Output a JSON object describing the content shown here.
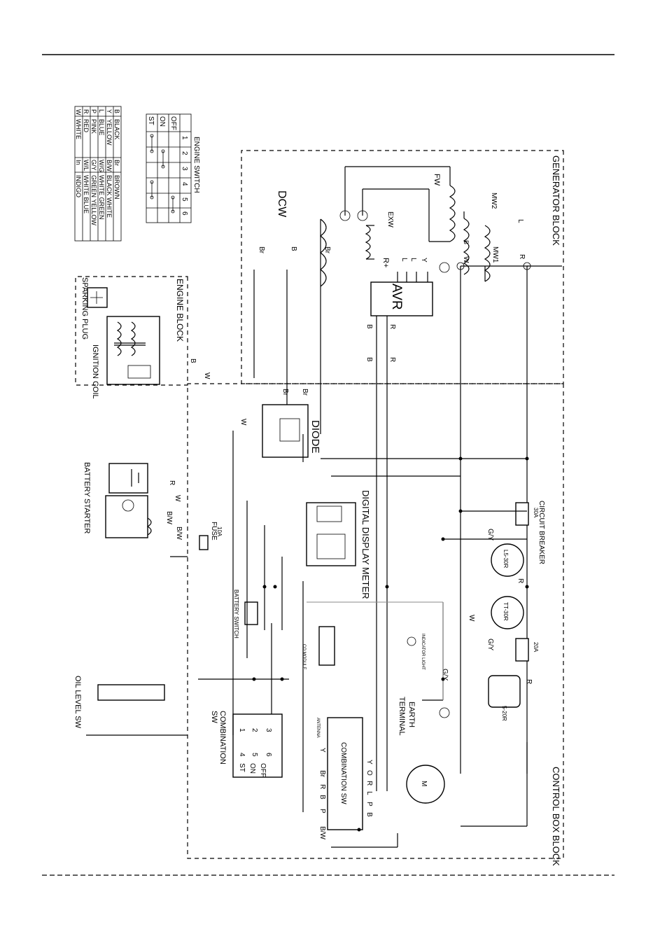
{
  "blocks": {
    "generator": "GENERATOR BLOCK",
    "engine": "ENGINE BLOCK",
    "control_box": "CONTROL BOX BLOCK"
  },
  "components": {
    "avr": "AVR",
    "avr_plus": "R+",
    "dcw": "DCW",
    "fw": "FW",
    "exw": "EXW",
    "mw1": "MW1",
    "mw2": "MW2",
    "diode": "DIODE",
    "digital_meter": "DIGITAL DISPLAY METER",
    "sparking_plug": "SPARKING PLUG",
    "ignition_coil": "IGNITION COIL",
    "battery": "BATTERY",
    "starter": "STARTER",
    "fuse": "FUSE",
    "fuse_rating": "10A",
    "battery_switch": "BATTERY SWITCH",
    "circuit_breaker": "CIRCUIT BREAKER",
    "cb_rating": "30A",
    "cb2_rating": "20A",
    "outlet_l5": "L5-30R",
    "outlet_tt": "TT-30R",
    "outlet_520": "5-20R",
    "indicator": "INDICATOR LIGHT",
    "oil_level": "OIL LEVEL SW",
    "combination_sw": "COMBINATION SW",
    "combination_sw_line1": "COMBINATION",
    "combination_sw_line2": "SW",
    "earth_terminal": "EARTH TERMINAL",
    "earth_line1": "EARTH",
    "earth_line2": "TERMINAL",
    "antenna": "ANTENNA",
    "co_module": "CO MODULE",
    "motor": "M"
  },
  "engine_switch": {
    "title": "ENGINE SWITCH",
    "columns": [
      "1",
      "2",
      "3",
      "4",
      "5",
      "6"
    ],
    "rows": [
      "OFF",
      "ON",
      "ST"
    ]
  },
  "combo_positions": {
    "pins": [
      "1",
      "2",
      "3",
      "4",
      "5",
      "6"
    ],
    "states": [
      "OFF",
      "ON",
      "ST"
    ]
  },
  "color_legend": [
    [
      "B",
      "BLACK",
      "Br",
      "BROWN"
    ],
    [
      "Y",
      "YELLOW",
      "B/W",
      "BLACK WHITE"
    ],
    [
      "L",
      "BLUE",
      "W/G",
      "WHITE GREEN"
    ],
    [
      "P",
      "PINK",
      "G/Y",
      "GREEN YELLOW"
    ],
    [
      "R",
      "RED",
      "W/L",
      "WHITE BLUE"
    ],
    [
      "W",
      "WHITE",
      "In",
      "INDIGO"
    ]
  ],
  "wire_labels": {
    "B": "B",
    "Br": "Br",
    "R": "R",
    "W": "W",
    "GY": "G/Y",
    "BW": "B/W",
    "Y": "Y",
    "L": "L",
    "P": "P",
    "O": "O"
  }
}
